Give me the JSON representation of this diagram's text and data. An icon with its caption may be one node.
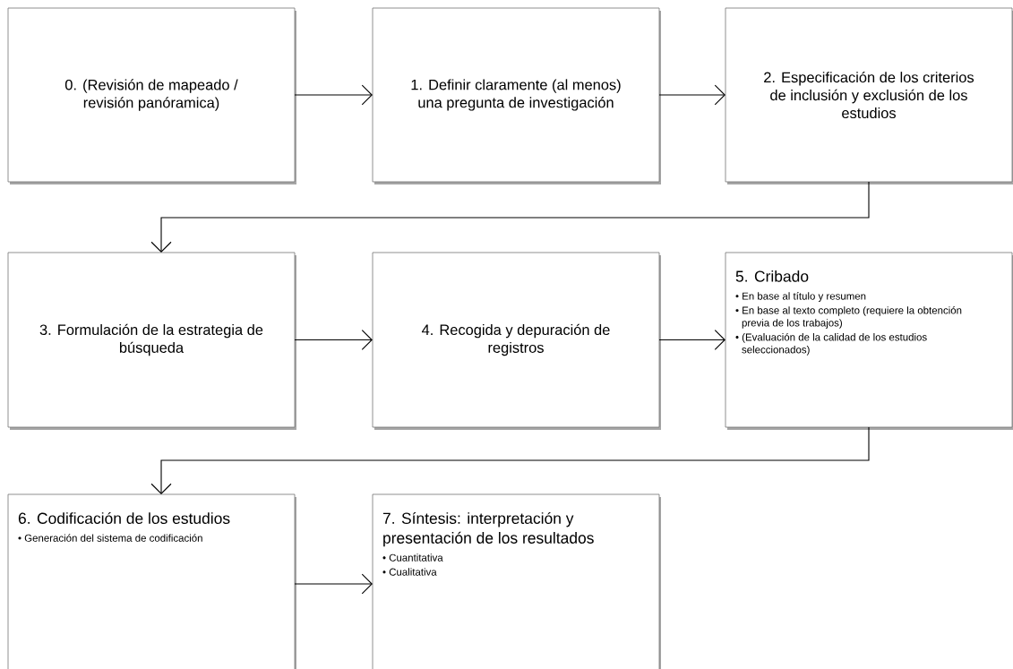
{
  "diagram": {
    "nodes": [
      {
        "text": [
          "0. (Revisión de mapeado / revisión panóramica)"
        ]
      },
      {
        "text": [
          "1. Definir claramente  (al menos) una pregunta de investigación"
        ]
      },
      {
        "text": [
          "2. Especificación de los criterios de inclusión y exclusión de los estudios"
        ]
      },
      {
        "text": [
          "3. Formulación de la estrategia de búsqueda"
        ]
      },
      {
        "text": [
          "4. Recogida y depuración de registros"
        ]
      },
      {
        "text": [
          "5. Cribado",
          "• En base al título y resumen",
          "• En base al texto completo (requiere la obtención previa de los trabajos)",
          "• (Evaluación de la calidad de los estudios seleccionados)"
        ]
      },
      {
        "text": [
          "6. Codificación de los estudios",
          "• Generación del sistema de codificación"
        ]
      },
      {
        "text": [
          "7. Síntesis: interpretación y presentación de los resultados",
          "• Cuantitativa",
          "• Cualitativa"
        ]
      }
    ],
    "edges": [
      {
        "from": 0,
        "to": 1,
        "arrow": "to"
      },
      {
        "from": 1,
        "to": 2,
        "arrow": "to"
      },
      {
        "from": 2,
        "to": 3,
        "arrow": "to"
      },
      {
        "from": 3,
        "to": 4,
        "arrow": "to"
      },
      {
        "from": 4,
        "to": 5,
        "arrow": "to"
      },
      {
        "from": 5,
        "to": 6,
        "arrow": "to"
      },
      {
        "from": 6,
        "to": 7,
        "arrow": "to"
      }
    ]
  }
}
